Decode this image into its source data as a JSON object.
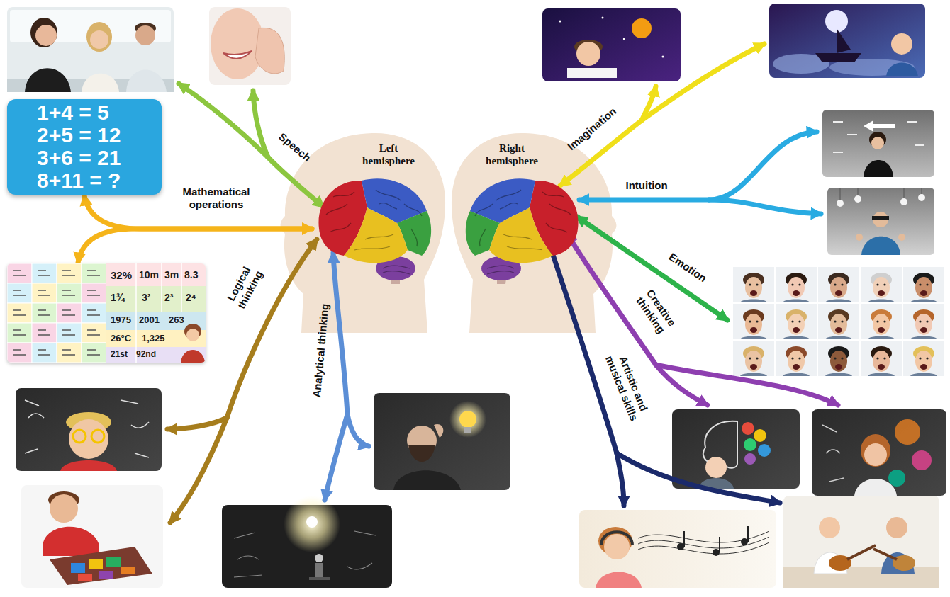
{
  "diagram": {
    "nodes": [
      {
        "text": [
          "Left hemisphere"
        ]
      },
      {
        "text": [
          "Right hemisphere"
        ]
      },
      {
        "text": [
          "1+4 = 5",
          "2+5 = 12",
          "3+6 = 21",
          "8+11 = ?"
        ]
      },
      {
        "text": [
          "32%",
          "10m",
          "3m",
          "8.3",
          "1¾",
          "3²",
          "2³",
          "2⁴",
          "1975",
          "2001",
          "263",
          "26°C",
          "1,325",
          "21st",
          "92nd"
        ]
      }
    ],
    "edges": [
      {
        "from": 0,
        "to": 2,
        "label": "Mathematical operations",
        "arrow": "both"
      },
      {
        "from": 0,
        "to": 3,
        "arrow": "both"
      }
    ],
    "labels": [
      "Speech",
      "Logical thinking",
      "Analytical thinking",
      "Imagination",
      "Intuition",
      "Emotion",
      "Creative thinking",
      "Artistic and musical skills"
    ]
  }
}
